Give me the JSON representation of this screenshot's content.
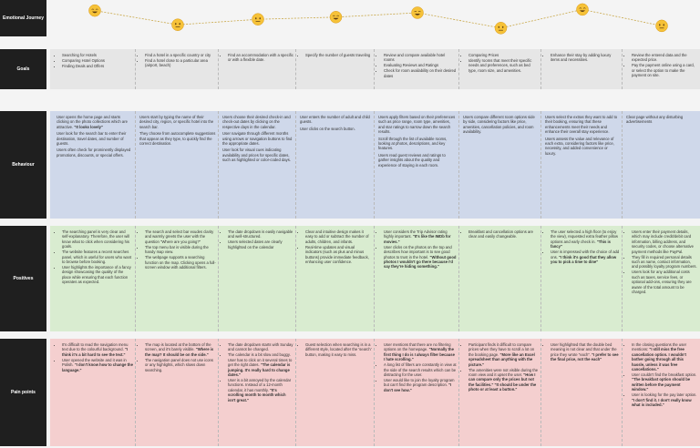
{
  "rows": {
    "emotional_journey": "Emotional Journey",
    "goals": "Goals",
    "behaviour": "Behaviour",
    "positives": "Positives",
    "pain_points": "Pain points"
  },
  "emotions": [
    {
      "stage": 1,
      "mood": "happy",
      "level": 0.85
    },
    {
      "stage": 2,
      "mood": "neutral",
      "level": 0.2
    },
    {
      "stage": 3,
      "mood": "neutral",
      "level": 0.45
    },
    {
      "stage": 4,
      "mood": "happy",
      "level": 0.55
    },
    {
      "stage": 5,
      "mood": "happy",
      "level": 0.75
    },
    {
      "stage": 6,
      "mood": "neutral",
      "level": 0.05
    },
    {
      "stage": 7,
      "mood": "happy",
      "level": 0.9
    },
    {
      "stage": 8,
      "mood": "neutral",
      "level": 0.15
    }
  ],
  "colors": {
    "label_bg": "#1f1f1f",
    "goals_bg": "#e6e6e6",
    "behaviour_bg": "#cfd8ea",
    "positives_bg": "#d9ecd0",
    "pain_bg": "#f4cfcf",
    "emotion_line": "#c9a84a",
    "emoji_fill": "#f6c238"
  },
  "goals": [
    {
      "items": [
        "Searching for Hotels",
        "Comparing Hotel Options",
        "Finding Deals and Offers"
      ]
    },
    {
      "items": [
        "Find a hotel in a specific country or city",
        "Find a hotel close to a particular area (airport, beach)"
      ]
    },
    {
      "items": [
        "Find an accommodation with a specific or with a flexible date."
      ]
    },
    {
      "items": [
        "Specify the number of guests traveling"
      ]
    },
    {
      "items": [
        "Review and compare available hotel rooms",
        "Evaluating Reviews and Ratings",
        "Check for room availability on their desired dates"
      ]
    },
    {
      "items": [
        "Comparing Prices",
        "Identify rooms that meet their specific needs and preferences, such as bed type, room size, and amenities."
      ]
    },
    {
      "items": [
        "Enhance their stay by adding luxury items and necessities."
      ]
    },
    {
      "items": [
        "Review the entered data and the expected price.",
        "Pay the payment online using a card, or select the option to make the payment on site."
      ]
    }
  ],
  "behaviour": [
    {
      "paras": [
        [
          {
            "t": "User opens the home page and starts clicking on the photo collections which are attractive. "
          },
          {
            "t": "\"It looks lovely\"",
            "b": true
          }
        ],
        [
          {
            "t": "User look for the search bar to enter their destination, travel dates, and number of guests."
          }
        ],
        [
          {
            "t": "Users often check for prominently displayed promotions, discounts, or special offers."
          }
        ]
      ]
    },
    {
      "paras": [
        [
          {
            "t": "Users start by typing the name of their desired city, region, or specific hotel into the search bar."
          }
        ],
        [
          {
            "t": "They choose from autocomplete suggestions that appear as they type, to quickly find the correct destination."
          }
        ]
      ]
    },
    {
      "paras": [
        [
          {
            "t": "Users choose their desired check-in and check-out dates by clicking on the respective days in the calendar."
          }
        ],
        [
          {
            "t": "User navigate through different months using arrows or navigation buttons to find the appropriate dates."
          }
        ],
        [
          {
            "t": "User look for visual cues indicating availability and prices for specific dates, such as highlighted or color-coded days."
          }
        ]
      ]
    },
    {
      "paras": [
        [
          {
            "t": "User enters the number of adult and child guests."
          }
        ],
        [
          {
            "t": "User clicks on the search button."
          }
        ]
      ]
    },
    {
      "paras": [
        [
          {
            "t": "Users apply filters based on their preferences such as price range, room type, amenities, and star ratings to narrow down the search results."
          }
        ],
        [
          {
            "t": "Scroll through the list of available rooms, looking at photos, descriptions, and key features."
          }
        ],
        [
          {
            "t": "Users read guest reviews and ratings to gather insights about the quality and experience of staying in each room."
          }
        ]
      ]
    },
    {
      "paras": [
        [
          {
            "t": "Users compare different room options side by side, considering factors like price, amenities, cancellation policies, and room availability."
          }
        ]
      ]
    },
    {
      "paras": [
        [
          {
            "t": "Users select the extras they want to add to their booking, ensuring that these enhancements meet their needs and enhance their overall stay experience."
          }
        ],
        [
          {
            "t": "Users assess the value and relevance of each extra, considering factors like price, necessity, and added convenience or luxury."
          }
        ]
      ]
    },
    {
      "paras": [
        [
          {
            "t": "Clear page without any disturbing advertisements"
          }
        ]
      ]
    }
  ],
  "positives": [
    {
      "items": [
        [
          {
            "t": "The searching panel is very clear and self-explanatory. Therefore, the user will know what to click when considering his goals."
          }
        ],
        [
          {
            "t": "The website features a recent searches panel, which is useful for users who want to browse before booking."
          }
        ],
        [
          {
            "t": "User highlights the importance of a fancy design showcasing the quality of the place while ensuring that each function operates as expected."
          }
        ]
      ]
    },
    {
      "items": [
        [
          {
            "t": "The search and select bar exudes clarity and warmly greets the user with the question \"Where are you going?\""
          }
        ],
        [
          {
            "t": "The top menu bar is visible during the handy map view."
          }
        ],
        [
          {
            "t": "The webpage supports a searching function on the map. Clicking opens a full-screen window with additional filters."
          }
        ]
      ]
    },
    {
      "items": [
        [
          {
            "t": "The date dropdown is easily navigable and well-structured."
          }
        ],
        [
          {
            "t": "Users selected dates are clearly highlighted on the calendar"
          }
        ]
      ]
    },
    {
      "items": [
        [
          {
            "t": "Clear and intuitive design makes it easy to add or subtract the number of adults, children, and infants."
          }
        ],
        [
          {
            "t": "Real-time updates and visual indicators (such as plus and minus buttons) provide immediate feedback, enhancing user confidence."
          }
        ]
      ]
    },
    {
      "items": [
        [
          {
            "t": "User considers the Trip Advisor rating highly important. "
          },
          {
            "t": "\"It's like the IMDb for movies.\"",
            "b": true
          }
        ],
        [
          {
            "t": "User clicks on the photos on the top and describes how important is to see good photos to trust in the hotel. "
          },
          {
            "t": "\"Without good photos I wouldn't go there because I'd say they're hiding something.\"",
            "b": true
          }
        ]
      ]
    },
    {
      "items": [
        [
          {
            "t": "Breakfast and cancellation options are clear and easily changeable."
          }
        ]
      ]
    },
    {
      "items": [
        [
          {
            "t": "The user selected a high floor (to enjoy the view), requested extra feather pillow options and early check in. "
          },
          {
            "t": "\"This is fancy\"",
            "b": true
          }
        ],
        [
          {
            "t": "User is impressed with the choice of add ons. "
          },
          {
            "t": "\"I think it's good that they allow you to pick a time to dine\"",
            "b": true
          }
        ]
      ]
    },
    {
      "items": [
        [
          {
            "t": "Users enter their payment details, which may include credit/debit card information, billing address, and security codes, or choose alternative payment methods like PayPal."
          }
        ],
        [
          {
            "t": "They fill in required personal details such as name, contact information, and possibly loyalty program numbers."
          }
        ],
        [
          {
            "t": "Users look for any additional costs such as taxes, service fees, or optional add-ons, ensuring they are aware of the total amount to be charged."
          }
        ]
      ]
    }
  ],
  "pain_points": [
    {
      "items": [
        [
          {
            "t": "It's difficult to read the navigation menu text due to the colourful background. "
          },
          {
            "t": "\"I think it's a bit hard to see the text.\"",
            "b": true
          }
        ],
        [
          {
            "t": "User opened the website and it was in Polish. "
          },
          {
            "t": "\"I don't know how to change the language.\"",
            "b": true
          }
        ]
      ]
    },
    {
      "items": [
        [
          {
            "t": "The map is located at the bottom of the screen, and it's barely visible. "
          },
          {
            "t": "\"Where is the map? It should be on the side.\"",
            "b": true
          }
        ],
        [
          {
            "t": "The navigation panel does not use icons or any highlights, which slows down searching."
          }
        ]
      ]
    },
    {
      "items": [
        [
          {
            "t": "The date dropdown starts with Sunday and cannot be changed."
          }
        ],
        [
          {
            "t": "The calendar is a bit slow and buggy. User has to click on it several times to get the right dates. "
          },
          {
            "t": "\"The calendar is jumping. It's really hard to change dates.\"",
            "b": true
          }
        ],
        [
          {
            "t": "User is a bit annoyed by the calendar functions. Instead of a 12-month calendar, it has monthly. "
          },
          {
            "t": "\"It's scrolling month to month which isn't great.\"",
            "b": true
          }
        ]
      ]
    },
    {
      "items": [
        [
          {
            "t": "Guest selection when searching is in a different style, located after the 'search' button, making it easy to miss."
          }
        ]
      ]
    },
    {
      "items": [
        [
          {
            "t": "User mentions that there are no filtering options on the homepage. "
          },
          {
            "t": "\"Normally the first thing I do is I always filter because I hate scrolling.\"",
            "b": true
          }
        ],
        [
          {
            "t": "A long list of filters are constantly in view at the side of the search results which can be distracting for the user."
          }
        ],
        [
          {
            "t": "User would like to join the loyalty program but can't find the program description. "
          },
          {
            "t": "\"I don't see how.\"",
            "b": true
          }
        ]
      ]
    },
    {
      "items": [
        [
          {
            "t": "Participant finds it difficult to compare prices when they have to scroll a lot on the booking page. "
          },
          {
            "t": "\"More like an Excel spreadsheet than anything with the picture.\"",
            "b": true
          }
        ],
        [
          {
            "t": "The amenities were not visible during the room view and it upset the user. "
          },
          {
            "t": "\"How I can compare only the prices but not the facilities.\"",
            "b": true
          },
          {
            "t": " "
          },
          {
            "t": "\"It should be under the photo or at least a button.\"",
            "b": true
          }
        ]
      ]
    },
    {
      "items": [
        [
          {
            "t": "User highlighted that the double bed meaning is not clear and that under the price they wrote \"each\". "
          },
          {
            "t": "\"I prefer to see the final price, not the each\"",
            "b": true
          }
        ]
      ]
    },
    {
      "items": [
        [
          {
            "t": "In the closing questions the user mentions: "
          },
          {
            "t": "\"I still miss the free cancellation option.",
            "b": true
          },
          {
            "t": " "
          },
          {
            "t": "I wouldn't bother going through all this hassle, unless it was free cancellations.\"",
            "b": true
          }
        ],
        [
          {
            "t": "User couldn't find the breakfast option. "
          },
          {
            "t": "\"The breakfast option should be written before the payment window.\"",
            "b": true
          }
        ],
        [
          {
            "t": "User is looking for the pay later option. "
          },
          {
            "t": "\"I don't find it. I don't really know what is included.\"",
            "b": true
          }
        ]
      ]
    }
  ]
}
